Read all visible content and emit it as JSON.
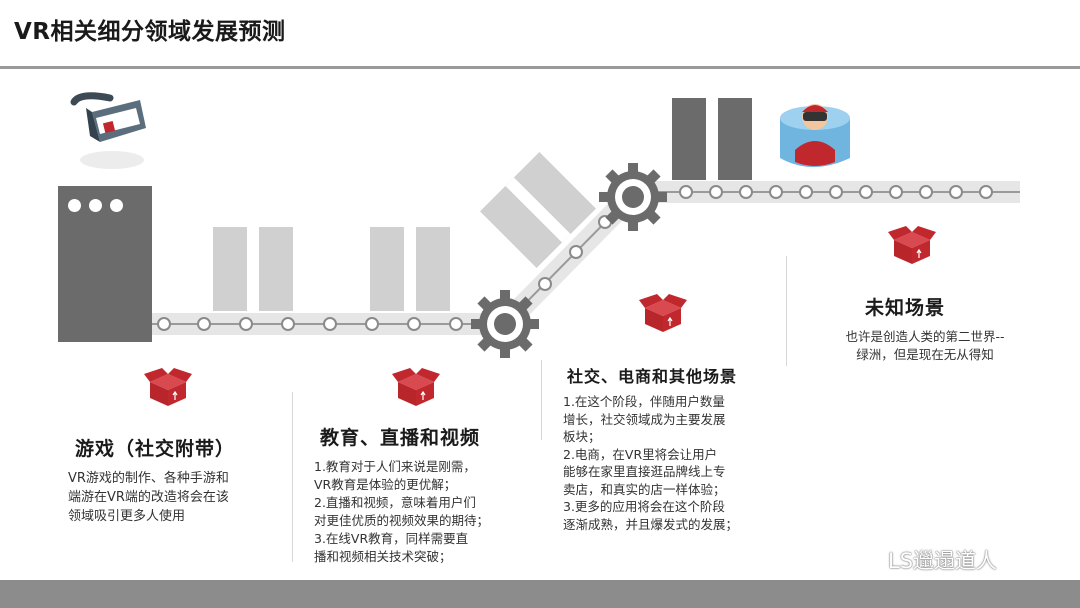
{
  "title": "VR相关细分领域发展预测",
  "sections": [
    {
      "heading": "游戏（社交附带）",
      "lines": [
        "VR游戏的制作、各种手游和",
        "端游在VR端的改造将会在该",
        "领域吸引更多人使用"
      ]
    },
    {
      "heading": "教育、直播和视频",
      "lines": [
        "1.教育对于人们来说是刚需，",
        "VR教育是体验的更优解；",
        "2.直播和视频，意味着用户们",
        "对更佳优质的视频效果的期待；",
        "3.在线VR教育，同样需要直",
        "播和视频相关技术突破；"
      ]
    },
    {
      "heading": "社交、电商和其他场景",
      "lines": [
        "1.在这个阶段，伴随用户数量",
        "增长，社交领域成为主要发展",
        "板块；",
        "2.电商，在VR里将会让用户",
        "能够在家里直接逛品牌线上专",
        "卖店，和真实的店一样体验；",
        "3.更多的应用将会在这个阶段",
        "逐渐成熟，并且爆发式的发展；"
      ]
    },
    {
      "heading": "未知场景",
      "lines": [
        "也许是创造人类的第二世界--",
        "绿洲，但是现在无从得知"
      ]
    }
  ],
  "watermark": "LS邋遢道人",
  "colors": {
    "accent": "#c0282e",
    "machine": "#6b6b6b",
    "box_light": "#d0d0d0",
    "belt": "#e6e6e6"
  },
  "icons": [
    "vr-headset-icon",
    "open-box-icon",
    "gear-icon",
    "vr-person-icon",
    "wechat-icon"
  ]
}
